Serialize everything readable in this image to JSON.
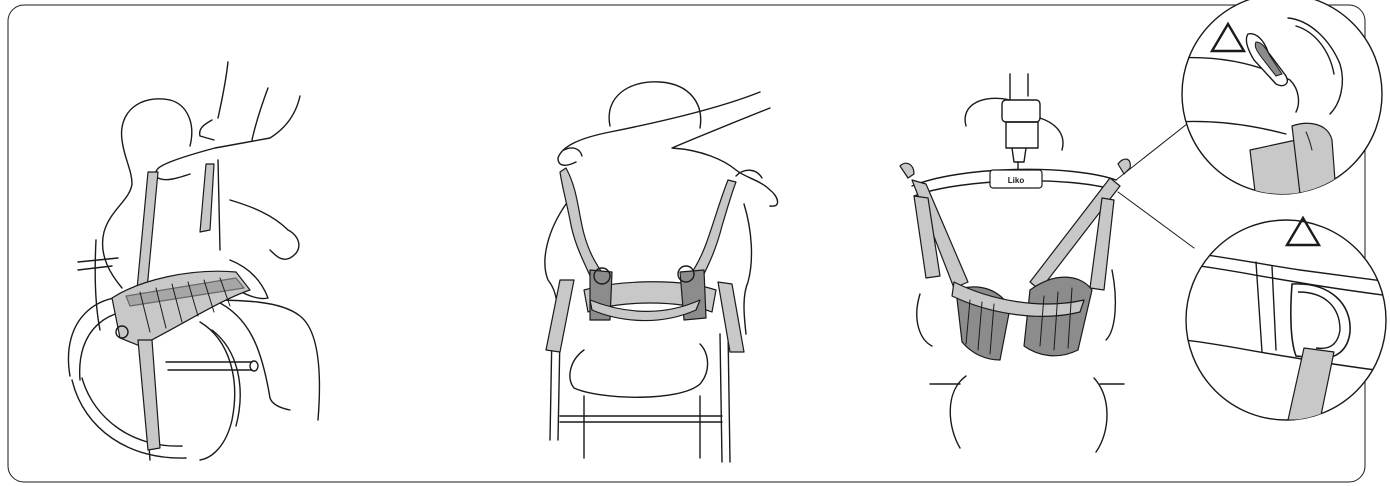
{
  "panels": [
    {
      "name": "step-wheelchair-side-view"
    },
    {
      "name": "step-chair-back-view"
    },
    {
      "name": "step-lift-back-view"
    }
  ],
  "hanger_logo": "Liko",
  "callouts": [
    {
      "icon": "warning-triangle-icon"
    },
    {
      "icon": "warning-triangle-icon"
    }
  ],
  "colors": {
    "line": "#1a1a1a",
    "strap_fill": "#c8c8c8",
    "strap_dark": "#8c8c8c",
    "background": "#ffffff"
  }
}
